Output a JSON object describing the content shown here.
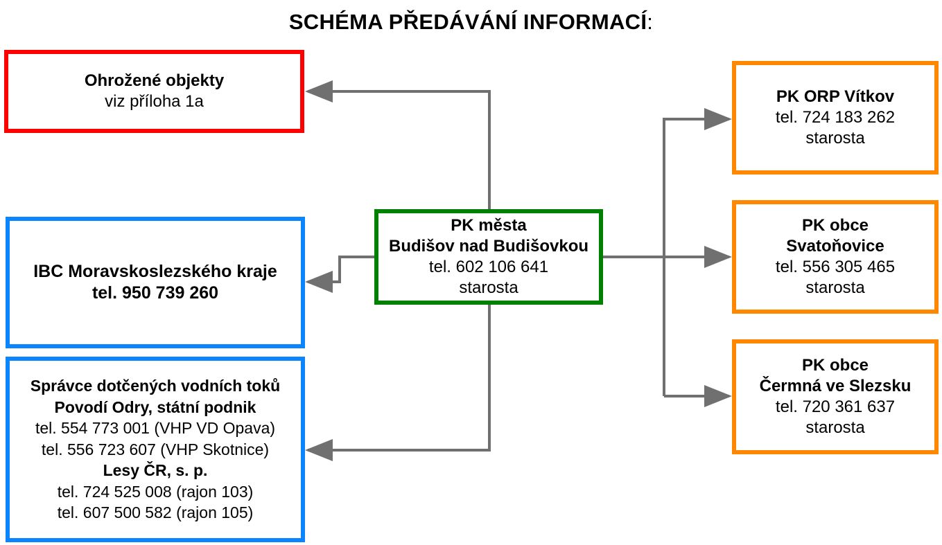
{
  "title": {
    "text": "SCHÉMA PŘEDÁVÁNÍ INFORMACÍ",
    "colon": ":"
  },
  "colors": {
    "red": "#ff0000",
    "blue": "#0a84ff",
    "green": "#008000",
    "orange": "#ff8800",
    "connector": "#707070"
  },
  "boxes": {
    "threatened": {
      "line1": "Ohrožené objekty",
      "line2": "viz příloha 1a"
    },
    "ibc": {
      "line1": "IBC Moravskoslezského kraje",
      "line2": "tel. 950 739 260"
    },
    "water": {
      "line1": "Správce dotčených vodních toků",
      "line2": "Povodí Odry, státní podnik",
      "line3": "tel. 554 773 001 (VHP VD Opava)",
      "line4": "tel. 556 723 607 (VHP Skotnice)",
      "line5": "Lesy ČR, s. p.",
      "line6": "tel. 724 525 008 (rajon 103)",
      "line7": "tel. 607 500 582 (rajon 105)"
    },
    "center": {
      "line1": "PK města",
      "line2": "Budišov nad Budišovkou",
      "line3": "tel. 602 106 641",
      "line4": "starosta"
    },
    "vitkov": {
      "line1": "PK ORP Vítkov",
      "line2": "tel. 724 183 262",
      "line3": "starosta"
    },
    "svatonovice": {
      "line1": "PK obce",
      "line2": "Svatoňovice",
      "line3": "tel. 556 305 465",
      "line4": "starosta"
    },
    "cermna": {
      "line1": "PK obce",
      "line2": "Čermná ve Slezsku",
      "line3": "tel. 720 361 637",
      "line4": "starosta"
    }
  }
}
